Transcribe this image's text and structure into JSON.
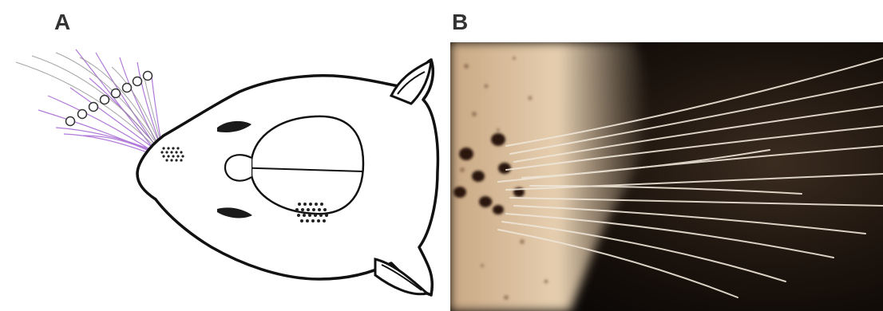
{
  "figure": {
    "panels": [
      {
        "id": "A",
        "label": "A",
        "content": "rat-whisker-pad-diagram"
      },
      {
        "id": "B",
        "label": "B",
        "content": "whisker-photograph"
      }
    ]
  },
  "colors": {
    "whisker_purple": "#9b59c6",
    "whisker_gray": "#8a8a8a",
    "outline": "#111111",
    "photo_background": "#0d0a07",
    "fur_light": "#e2c9a6",
    "fur_dark": "#2a1a0f"
  }
}
